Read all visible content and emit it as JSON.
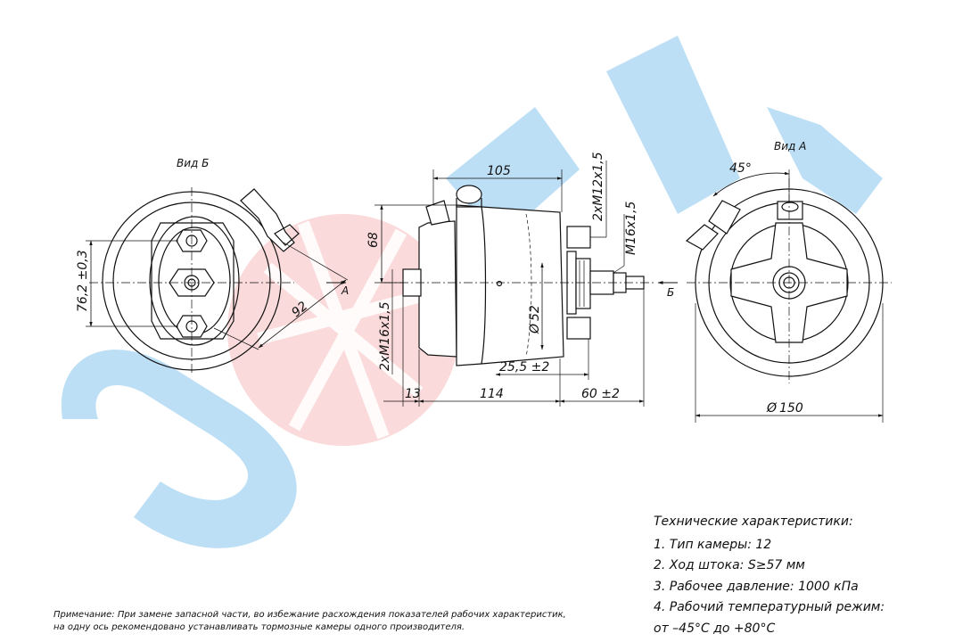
{
  "watermark": {
    "text": "SORL",
    "blue": "#1e8fd8",
    "red": "#e52b2b"
  },
  "views": {
    "view_b": "Вид Б",
    "view_a": "Вид А",
    "marker_a": "А",
    "marker_b": "Б"
  },
  "dimensions": {
    "d105": "105",
    "d68": "68",
    "m12": "2хМ12х1,5",
    "m16": "М16х1,5",
    "m16_2": "2хМ16х1,5",
    "d52": "52",
    "d25": "25,5 ±2",
    "d13": "13",
    "d114": "114",
    "d60": "60 ±2",
    "d76": "76,2 ±0,3",
    "d92": "92",
    "angle45": "45°",
    "d150": "150",
    "diameter_symbol": "Ø"
  },
  "specs": {
    "title": "Технические характеристики:",
    "items": [
      "1. Тип камеры: 12",
      "2. Ход штока: S≥57 мм",
      "3. Рабочее давление: 1000 кПа",
      "4. Рабочий температурный режим:",
      "от –45°С до +80°С"
    ]
  },
  "note": {
    "line1": "Примечание: При замене запасной части, во избежание расхождения показателей рабочих характеристик,",
    "line2": "на одну ось рекомендовано устанавливать тормозные камеры одного производителя."
  }
}
